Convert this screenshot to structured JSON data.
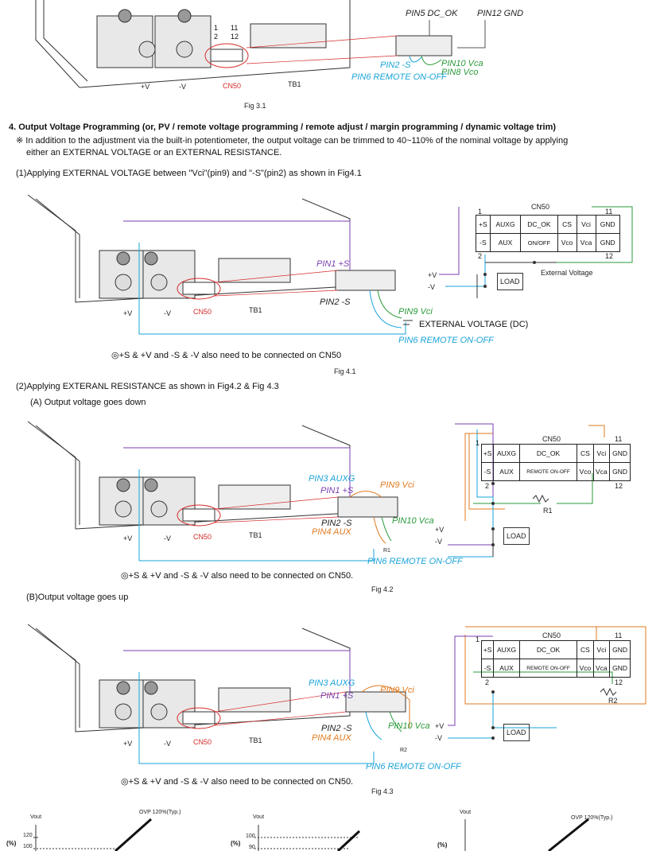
{
  "fig31": {
    "pin5": "PIN5 DC_OK",
    "pin12": "PIN12 GND",
    "pin2": "PIN2 -S",
    "pin6": "PIN6 REMOTE ON-OFF",
    "pin10": "PIN10 Vca",
    "pin8": "PIN8 Vco",
    "plus_v": "+V",
    "minus_v": "-V",
    "cn50": "CN50",
    "tb1": "TB1",
    "n1": "1",
    "n2": "2",
    "n11": "11",
    "n12": "12",
    "caption": "Fig 3.1"
  },
  "section4": {
    "heading": "4. Output Voltage Programming (or, PV / remote voltage programming / remote adjust / margin programming / dynamic voltage trim)",
    "note_line1": "※ In addition to the adjustment via the built-in potentiometer, the output voltage can be trimmed to 40~110% of the nominal voltage by applying",
    "note_line2": "either an EXTERNAL VOLTAGE or an EXTERNAL RESISTANCE.",
    "item1": "(1)Applying EXTERNAL VOLTAGE between \"Vci\"(pin9) and \"-S\"(pin2) as shown in Fig4.1"
  },
  "fig41": {
    "pin1": "PIN1 +S",
    "pin2": "PIN2 -S",
    "pin9": "PIN9 Vci",
    "pin6": "PIN6 REMOTE ON-OFF",
    "ext_voltage_dc": "EXTERNAL VOLTAGE (DC)",
    "plus_v": "+V",
    "minus_v": "-V",
    "cn50": "CN50",
    "tb1": "TB1",
    "note": "◎+S & +V and -S & -V also need to be connected on CN50",
    "caption": "Fig 4.1",
    "schem": {
      "title": "CN50",
      "n1": "1",
      "n11": "11",
      "n2": "2",
      "n12": "12",
      "row1": [
        "+S",
        "AUXG",
        "DC_OK",
        "CS",
        "Vci",
        "GND"
      ],
      "row2": [
        "-S",
        "AUX",
        "ON/OFF",
        "Vco",
        "Vca",
        "GND"
      ],
      "load": "LOAD",
      "ext": "External Voltage",
      "pv": "+V",
      "mv": "-V"
    }
  },
  "item2": "(2)Applying EXTERANL RESISTANCE as shown in Fig4.2 & Fig 4.3",
  "itemA": "(A) Output voltage goes down",
  "fig42": {
    "pin3": "PIN3 AUXG",
    "pin1": "PIN1 +S",
    "pin9": "PIN9 Vci",
    "pin2": "PIN2 -S",
    "pin4": "PIN4 AUX",
    "pin10": "PIN10 Vca",
    "pin6": "PIN6 REMOTE ON-OFF",
    "r1": "R1",
    "plus_v": "+V",
    "minus_v": "-V",
    "cn50": "CN50",
    "tb1": "TB1",
    "note": "◎+S & +V and -S & -V also need to be connected on CN50.",
    "caption": "Fig 4.2",
    "schem": {
      "title": "CN50",
      "n1": "1",
      "n11": "11",
      "n2": "2",
      "n12": "12",
      "row1": [
        "+S",
        "AUXG",
        "DC_OK",
        "CS",
        "Vci",
        "GND"
      ],
      "row2": [
        "-S",
        "AUX",
        "REMOTE ON-OFF",
        "Vco",
        "Vca",
        "GND"
      ],
      "load": "LOAD",
      "r1": "R1",
      "pv": "+V",
      "mv": "-V"
    }
  },
  "itemB": "(B)Output voltage goes up",
  "fig43": {
    "pin3": "PIN3 AUXG",
    "pin1": "PIN1 +S",
    "pin9": "PIN9 Vci",
    "pin2": "PIN2 -S",
    "pin4": "PIN4 AUX",
    "pin10": "PIN10 Vca",
    "pin6": "PIN6 REMOTE ON-OFF",
    "r2": "R2",
    "plus_v": "+V",
    "minus_v": "-V",
    "cn50": "CN50",
    "tb1": "TB1",
    "note": "◎+S & +V and -S & -V also need to be connected on CN50.",
    "caption": "Fig 4.3",
    "schem": {
      "title": "CN50",
      "n1": "1",
      "n11": "11",
      "n2": "2",
      "n12": "12",
      "row1": [
        "+S",
        "AUXG",
        "DC_OK",
        "CS",
        "Vci",
        "GND"
      ],
      "row2": [
        "-S",
        "AUX",
        "REMOTE ON-OFF",
        "Vco",
        "Vca",
        "GND"
      ],
      "load": "LOAD",
      "r2": "R2",
      "pv": "+V",
      "mv": "-V"
    }
  },
  "graphs": {
    "g1": {
      "vout": "Vout",
      "ovp": "OVP 120%(Typ.)",
      "pct": "(%)",
      "t120": "120",
      "t100": "100"
    },
    "g2": {
      "vout": "Vout",
      "pct": "(%)",
      "t100": "100",
      "t90": "90"
    },
    "g3": {
      "vout": "Vout",
      "ovp": "OVP 120%(Typ.)",
      "pct": "(%)"
    }
  },
  "colors": {
    "purple": "#7a3fb0",
    "cyan": "#1aa3d9",
    "green": "#2a9a3a",
    "orange": "#e07a1f",
    "red": "#d62b2b"
  }
}
